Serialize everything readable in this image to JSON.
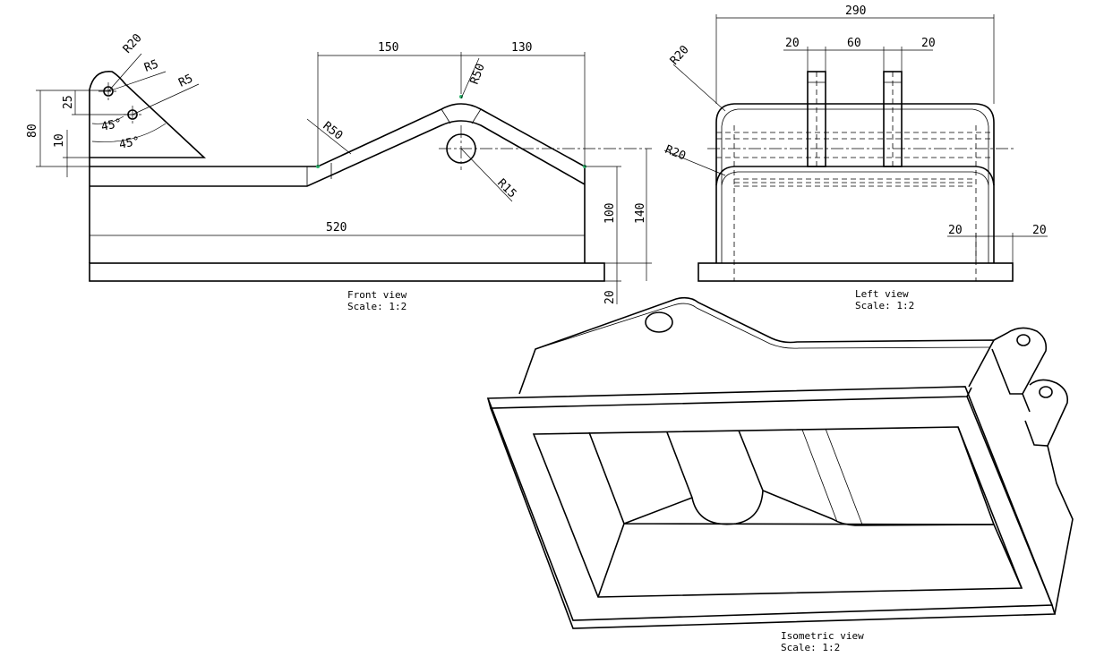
{
  "views": {
    "front": {
      "caption": "Front view",
      "scale": "Scale:  1:2"
    },
    "left": {
      "caption": "Left view",
      "scale": "Scale:  1:2"
    },
    "iso": {
      "caption": "Isometric view",
      "scale": "Scale:  1:2"
    }
  },
  "dims": {
    "front_r20": "R20",
    "front_r5a": "R5",
    "front_r5b": "R5",
    "front_45a": "45°",
    "front_45b": "45°",
    "front_25": "25",
    "front_80": "80",
    "front_10": "10",
    "front_150": "150",
    "front_130": "130",
    "front_r50a": "R50",
    "front_r50b": "R50",
    "front_r15": "R15",
    "front_520": "520",
    "front_100": "100",
    "front_140": "140",
    "front_20": "20",
    "left_290": "290",
    "left_20a": "20",
    "left_60": "60",
    "left_20b": "20",
    "left_r20a": "R20",
    "left_r20b": "R20",
    "left_20c": "20",
    "left_20d": "20"
  }
}
